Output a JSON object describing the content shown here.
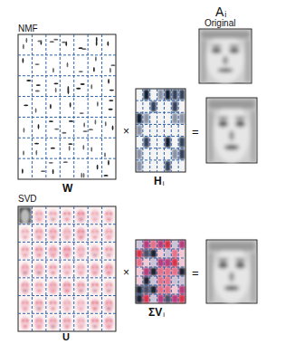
{
  "diagram": {
    "labels": [
      "A",
      "i",
      "Original",
      "NMF",
      "W",
      "×",
      "H",
      "i",
      "=",
      "SVD",
      "U",
      "×",
      "ΣV",
      "i",
      "="
    ]
  }
}
